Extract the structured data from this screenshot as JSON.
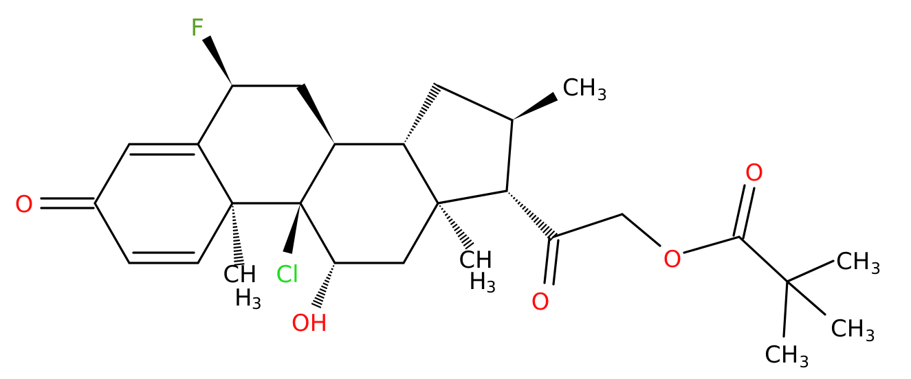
{
  "molecule": {
    "atoms": {
      "fluorine": {
        "text": "F"
      },
      "methyl_c16": {
        "main": "CH",
        "sub": "3"
      },
      "ketone_o3": {
        "text": "O"
      },
      "chlorine": {
        "text": "Cl"
      },
      "methyl_c19": {
        "main": "CH",
        "sub": "3"
      },
      "hydroxyl": {
        "text": "OH"
      },
      "methyl_c18": {
        "main": "CH",
        "sub": "3"
      },
      "ketone_o20": {
        "text": "O"
      },
      "ester_o": {
        "text": "O"
      },
      "carbonyl_o": {
        "text": "O"
      },
      "methyl_a": {
        "main": "CH",
        "sub": "3"
      },
      "methyl_b": {
        "main": "CH",
        "sub": "3"
      },
      "methyl_c": {
        "main": "CH",
        "sub": "3"
      }
    }
  },
  "colors": {
    "bond": "#000000",
    "carbon": "#000000",
    "oxygen": "#ff0d0d",
    "fluorine": "#5aa02a",
    "chlorine": "#1fdd1f"
  }
}
